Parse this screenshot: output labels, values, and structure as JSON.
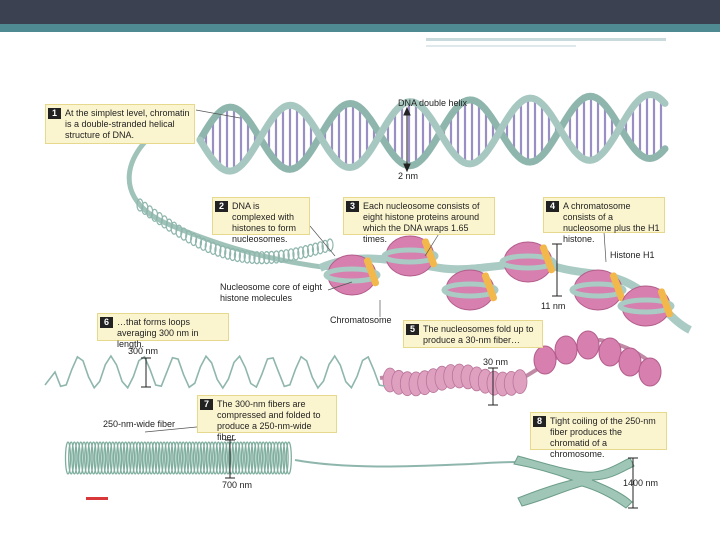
{
  "callouts": [
    {
      "num": "1",
      "text": "At the simplest level, chromatin is a double-stranded helical structure of DNA."
    },
    {
      "num": "2",
      "text": "DNA is complexed with histones to form nucleosomes."
    },
    {
      "num": "3",
      "text": "Each nucleosome consists of eight histone proteins around which the DNA wraps 1.65 times."
    },
    {
      "num": "4",
      "text": "A chromatosome consists of a nucleosome plus the H1 histone."
    },
    {
      "num": "5",
      "text": "The nucleosomes fold up to produce a 30-nm fiber…"
    },
    {
      "num": "6",
      "text": "…that forms loops averaging 300 nm in length."
    },
    {
      "num": "7",
      "text": "The 300-nm fibers are compressed and folded to produce a 250-nm-wide fiber."
    },
    {
      "num": "8",
      "text": "Tight coiling of the 250-nm fiber produces the chromatid of a chromosome."
    }
  ],
  "labels": {
    "dna_double_helix": "DNA double helix",
    "two_nm": "2 nm",
    "histone_h1": "Histone H1",
    "nucleosome_core": "Nucleosome core of eight histone molecules",
    "chromatosome": "Chromatosome",
    "eleven_nm": "11 nm",
    "three_hundred_nm": "300 nm",
    "thirty_nm": "30 nm",
    "fiber_250": "250-nm-wide fiber",
    "seven_hundred_nm": "700 nm",
    "fourteen_hundred_nm": "1400 nm"
  },
  "colors": {
    "header": "#3b4150",
    "accent": "#4f8a92",
    "dna_strand": "#8fb6ad",
    "base_pair": "#9a8fc4",
    "histone": "#d77fae",
    "histone_h1": "#f2b84b",
    "callout_bg": "#fbf5cf"
  }
}
